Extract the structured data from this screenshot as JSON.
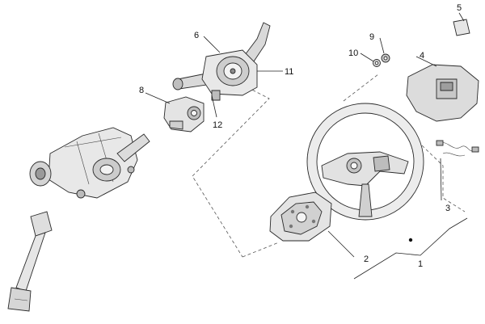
{
  "diagram": {
    "callouts": [
      "1",
      "2",
      "3",
      "4",
      "5",
      "6",
      "8",
      "9",
      "10",
      "11",
      "12"
    ]
  },
  "colors": {
    "line": "#2a2a2a",
    "fill_light": "#e9e9e9",
    "fill_mid": "#cfcfcf",
    "fill_dark": "#8c8c8c"
  }
}
